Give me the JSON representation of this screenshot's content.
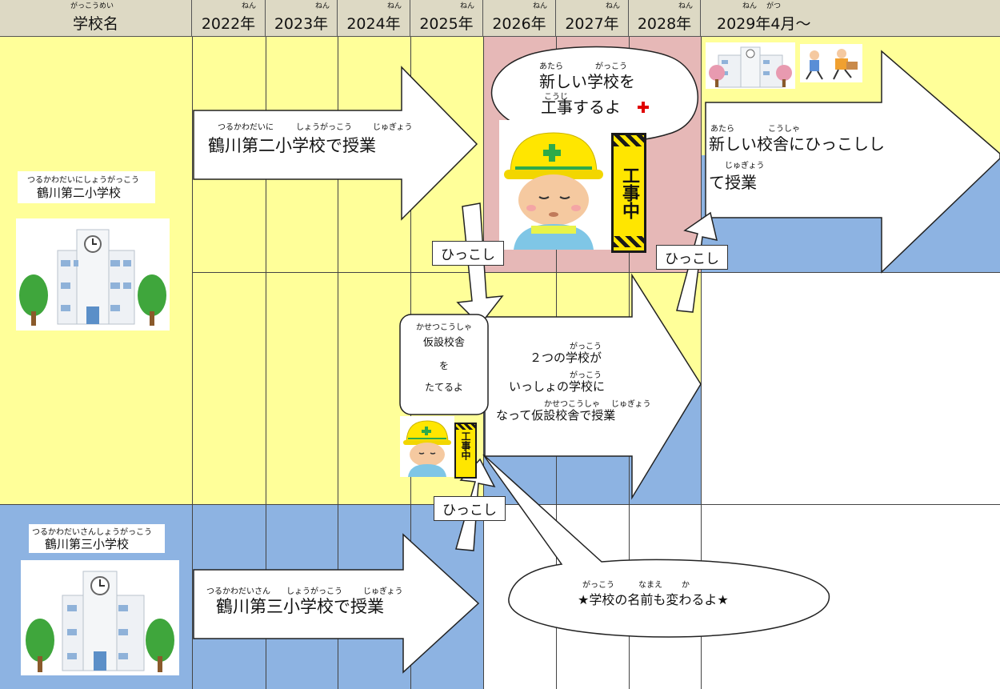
{
  "header": {
    "school_name_label": "学校名",
    "school_name_ruby": "がっこうめい",
    "nen_ruby": "ねん",
    "gatsu_ruby": "がつ",
    "years": [
      "2022年",
      "2023年",
      "2024年",
      "2025年",
      "2026年",
      "2027年",
      "2028年",
      "2029年4月～"
    ]
  },
  "schools": {
    "school_2": {
      "name": "鶴川第二小学校",
      "ruby": "つるかわだいにしょうがっこう"
    },
    "school_3": {
      "name": "鶴川第三小学校",
      "ruby": "つるかわだいさんしょうがっこう"
    }
  },
  "arrows": {
    "school2_class": {
      "text": "鶴川第二小学校で授業",
      "ruby_1": "つるかわだいに",
      "ruby_2": "しょうがっこう",
      "ruby_3": "じゅぎょう"
    },
    "school3_class": {
      "text": "鶴川第三小学校で授業",
      "ruby_1": "つるかわだいさん",
      "ruby_2": "しょうがっこう",
      "ruby_3": "じゅぎょう"
    },
    "merged": {
      "line_1": "２つの学校が",
      "line_1_ruby": "がっこう",
      "line_2": "いっしょの学校に",
      "line_2_ruby": "がっこう",
      "line_3": "なって仮設校舎で授業",
      "line_3_ruby_1": "かせつこうしゃ",
      "line_3_ruby_2": "じゅぎょう"
    },
    "new_building": {
      "line_1": "新しい校舎にひっこしし",
      "line_2": "て授業",
      "ruby_1": "あたら",
      "ruby_2": "こうしゃ",
      "ruby_3": "じゅぎょう"
    }
  },
  "bubbles": {
    "construction": {
      "line_1": "新しい学校を",
      "line_2": "工事するよ",
      "ruby_1": "あたら",
      "ruby_2": "がっこう",
      "ruby_3": "こうじ"
    },
    "temporary": {
      "ruby": "かせつこうしゃ",
      "line_1": "仮設校舎",
      "line_2": "を",
      "line_3": "たてるよ"
    },
    "rename": {
      "text": "★学校の名前も変わるよ★",
      "ruby_1": "がっこう",
      "ruby_2": "なまえ",
      "ruby_3": "か"
    }
  },
  "move_labels": [
    "ひっこし",
    "ひっこし",
    "ひっこし"
  ],
  "construction_sign": "工事中",
  "colors": {
    "yellow": "#ffff99",
    "blue": "#8db3e2",
    "pink": "#e6b8b7",
    "header": "#ddd9c4",
    "red_cross": "#e00000"
  }
}
